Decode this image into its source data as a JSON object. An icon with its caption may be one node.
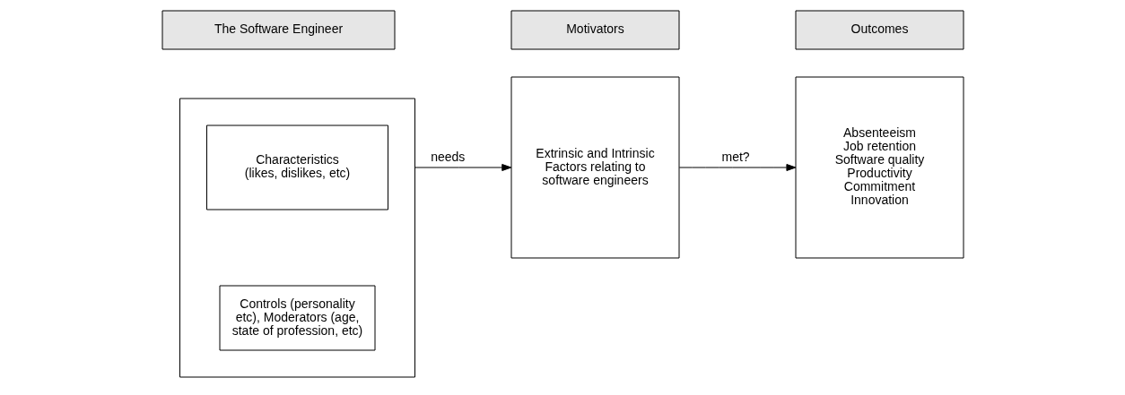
{
  "diagram": {
    "nodes": [
      {
        "text": [
          "The Software Engineer"
        ]
      },
      {
        "text": [
          "Motivators"
        ]
      },
      {
        "text": [
          "Outcomes"
        ]
      },
      {
        "text": [],
        "shape": "box"
      },
      {
        "text": [
          "Characteristics (likes, dislikes, etc)"
        ],
        "in": 3
      },
      {
        "text": [
          "Controls (personality etc), Moderators (age, state of profession, etc)"
        ],
        "in": 3
      },
      {
        "text": [
          "Extrinsic and Intrinsic Factors relating to software engineers"
        ]
      },
      {
        "text": [
          "Absenteeism",
          "Job retention",
          "Software quality",
          "Productivity",
          "Commitment",
          "Innovation"
        ]
      }
    ],
    "edges": [
      {
        "from": 3,
        "to": 6,
        "label": "needs",
        "arrow": "to"
      },
      {
        "from": 6,
        "to": 7,
        "label": "met?",
        "arrow": "to"
      }
    ]
  }
}
